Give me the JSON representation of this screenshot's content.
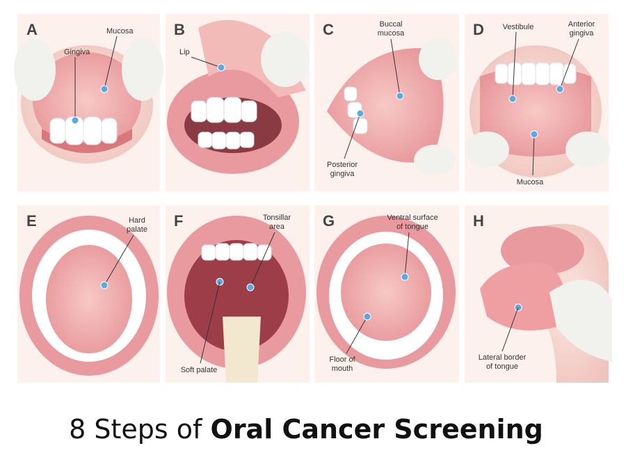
{
  "title": {
    "light": "8 Steps of ",
    "bold": "Oral Cancer Screening"
  },
  "panels": {
    "a": {
      "letter": "A",
      "labels": [
        "Mucosa",
        "Gingiva"
      ]
    },
    "b": {
      "letter": "B",
      "labels": [
        "Lip"
      ]
    },
    "c": {
      "letter": "C",
      "labels": [
        "Buccal",
        "mucosa",
        "Posterior",
        "gingiva"
      ]
    },
    "d": {
      "letter": "D",
      "labels": [
        "Vestibule",
        "Anterior",
        "gingiva",
        "Mucosa"
      ]
    },
    "e": {
      "letter": "E",
      "labels": [
        "Hard",
        "palate"
      ]
    },
    "f": {
      "letter": "F",
      "labels": [
        "Tonsillar",
        "area",
        "Soft palate"
      ]
    },
    "g": {
      "letter": "G",
      "labels": [
        "Ventral surface",
        "of tongue",
        "Floor of",
        "mouth"
      ]
    },
    "h": {
      "letter": "H",
      "labels": [
        "Lateral border",
        "of tongue"
      ]
    }
  },
  "colors": {
    "lip": "#e89a9e",
    "mucosa": "#f2b8b8",
    "marker": "#5aa9e0",
    "glove": "#f1f1ee"
  }
}
